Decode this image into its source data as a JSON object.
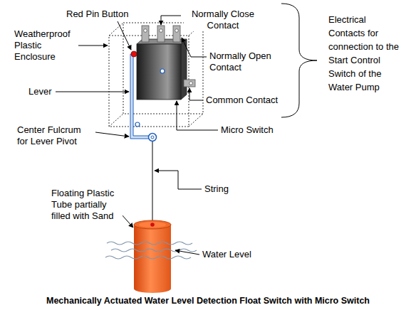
{
  "diagram": {
    "caption": "Mechanically Actuated Water Level Detection Float Switch with Micro Switch",
    "labels": [
      "Red Pin Button",
      "Normally Close Contact",
      "Weatherproof Plastic Enclosure",
      "Normally Open Contact",
      "Electrical Contacts for connection to the Start Control Switch of the Water Pump",
      "Lever",
      "Common Contact",
      "Center Fulcrum for Lever Pivot",
      "Micro Switch",
      "String",
      "Floating Plastic Tube partially filled with Sand",
      "Water Level"
    ]
  }
}
